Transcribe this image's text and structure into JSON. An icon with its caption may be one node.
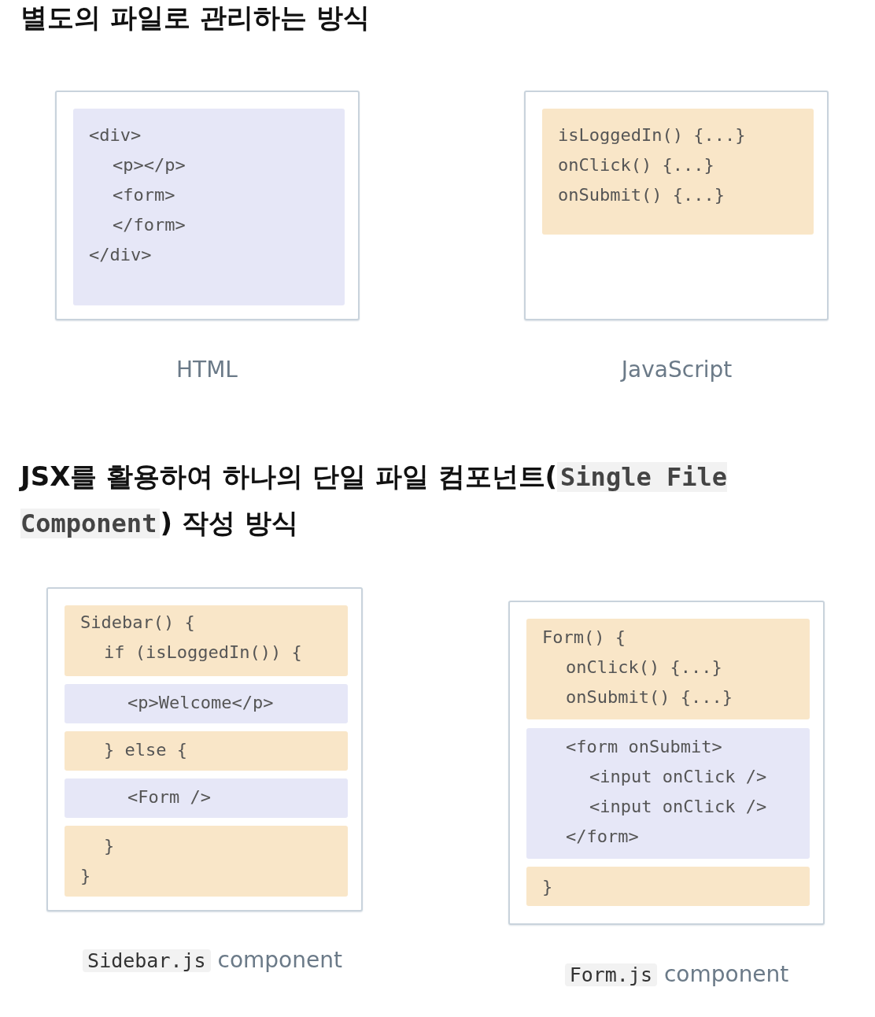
{
  "diagram": {
    "title": "별도의 파일로 관리하는 방식",
    "nodes": [
      {
        "text": [],
        "shape": "box",
        "beside": [
          "HTML"
        ]
      },
      {
        "text": [
          "<div>",
          "<p></p>",
          "<form>",
          "</form>",
          "</div>"
        ],
        "in": 0
      },
      {
        "text": [],
        "shape": "box",
        "beside": [
          "JavaScript"
        ]
      },
      {
        "text": [
          "isLoggedIn() {...}",
          "onClick() {...}",
          "onSubmit() {...}"
        ],
        "in": 2
      },
      {
        "text": [],
        "shape": "box",
        "beside": [
          "Sidebar.js",
          "component"
        ]
      },
      {
        "text": [
          "Sidebar() {",
          "if (isLoggedIn()) {"
        ],
        "in": 4
      },
      {
        "text": [
          "<p>Welcome</p>"
        ],
        "in": 4
      },
      {
        "text": [
          "} else {"
        ],
        "in": 4
      },
      {
        "text": [
          "<Form />"
        ],
        "in": 4
      },
      {
        "text": [
          "}",
          "}"
        ],
        "in": 4
      },
      {
        "text": [],
        "shape": "box",
        "beside": [
          "Form.js",
          "component"
        ]
      },
      {
        "text": [
          "Form() {",
          "onClick() {...}",
          "onSubmit() {...}"
        ],
        "in": 10
      },
      {
        "text": [
          "<form onSubmit>",
          "<input onClick />",
          "<input onClick />",
          "</form>"
        ],
        "in": 10
      },
      {
        "text": [
          "}"
        ],
        "in": 10
      }
    ],
    "labels": [
      "JSX를 활용하여 하나의 단일 파일 컴포넌트(",
      "Single File Component",
      ") 작성 방식"
    ]
  }
}
